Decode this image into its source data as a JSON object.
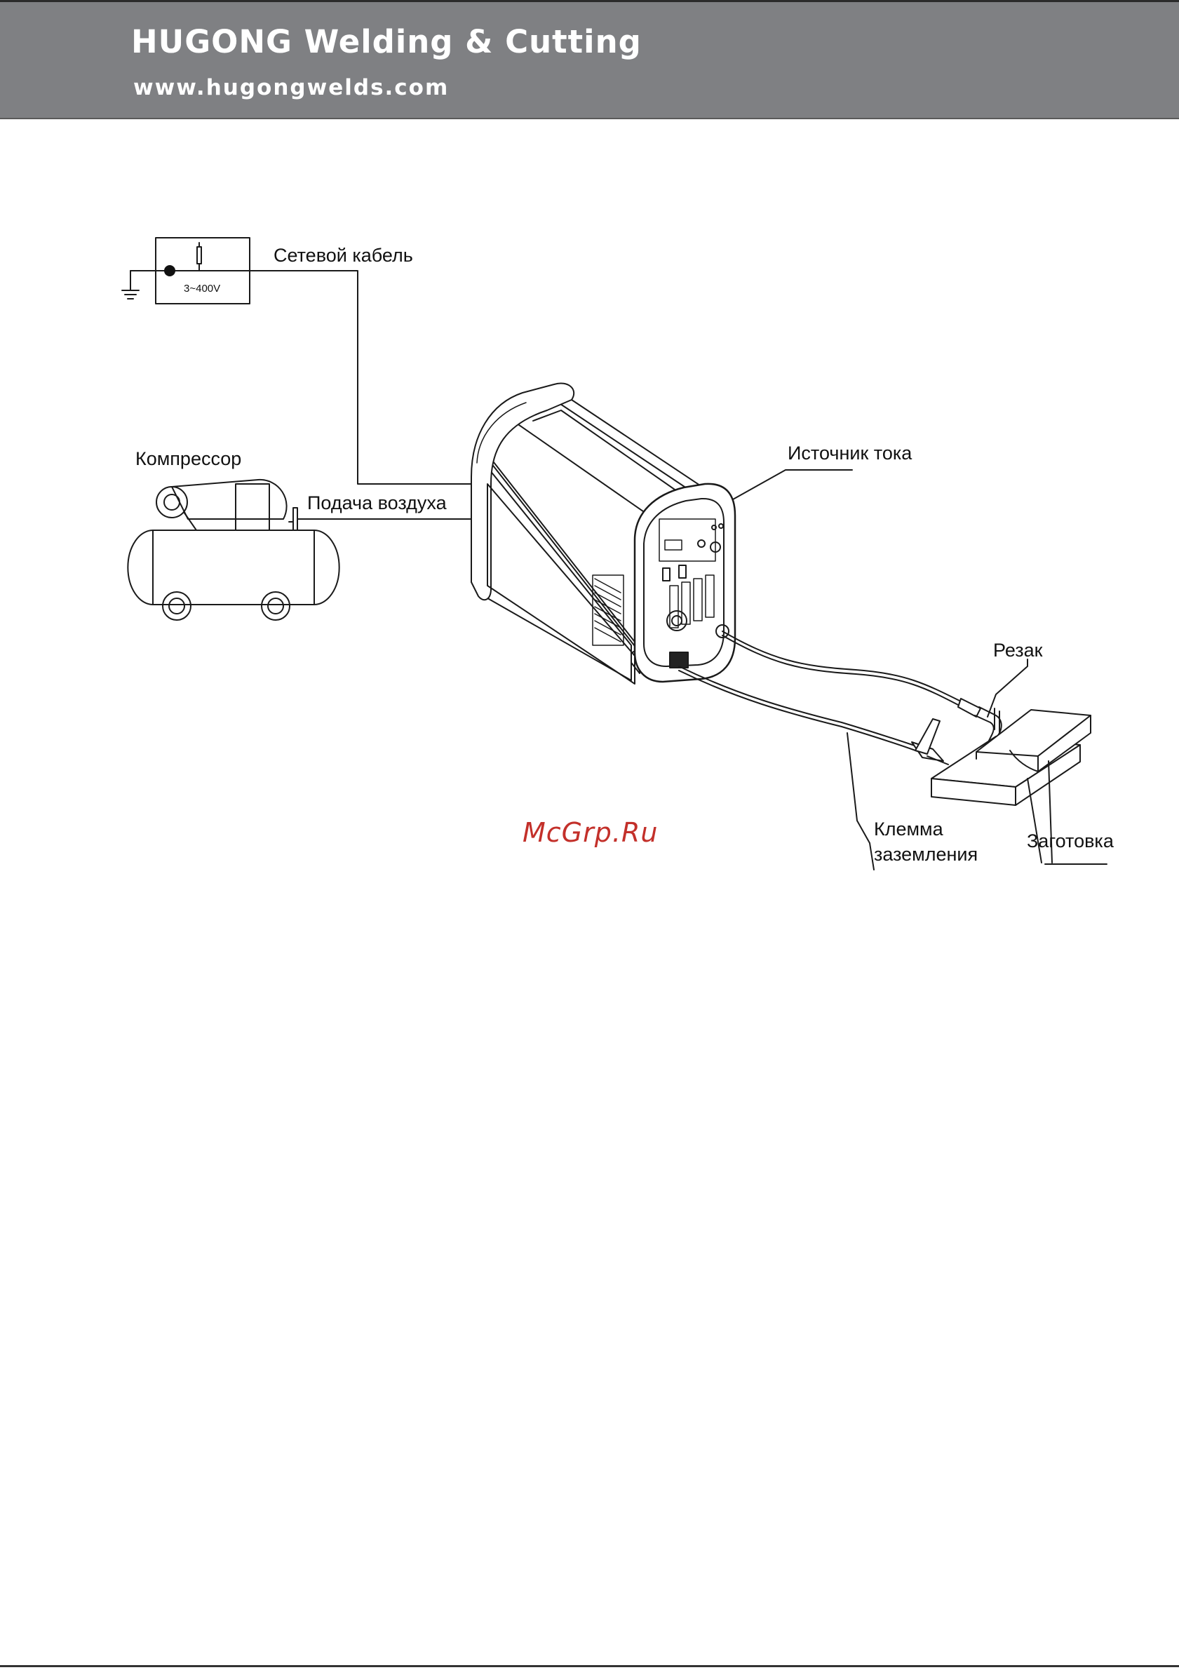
{
  "header": {
    "brand": "HUGONG Welding & Cutting",
    "url": "www.hugongwelds.com",
    "background": "#7f8083"
  },
  "diagram": {
    "labels": {
      "mains_cable": "Сетевой кабель",
      "voltage": "3~400V",
      "compressor": "Компрессор",
      "air_supply": "Подача воздуха",
      "power_source": "Источник тока",
      "torch": "Резак",
      "ground_clamp_line1": "Клемма",
      "ground_clamp_line2": "заземления",
      "workpiece": "Заготовка"
    }
  },
  "watermark": {
    "text": "McGrp.Ru",
    "color": "#c3302a"
  }
}
